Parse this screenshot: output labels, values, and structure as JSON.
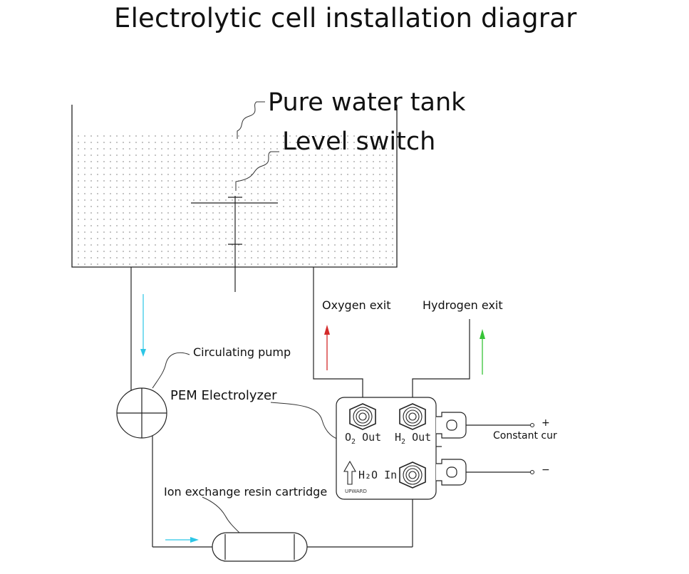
{
  "title": "Electrolytic cell installation diagrar",
  "labels": {
    "tank": "Pure water tank",
    "level_switch": "Level switch",
    "oxygen_exit": "Oxygen exit",
    "hydrogen_exit": "Hydrogen exit",
    "pump": "Circulating pump",
    "electrolyzer": "PEM Electrolyzer",
    "resin": "Ion exchange resin cartridge",
    "constant_current": "Constant cur",
    "plus": "+",
    "minus": "−",
    "upward": "UPWARD"
  },
  "ports": {
    "o2_prefix": "O",
    "o2_sub": "2",
    "o2_suffix": " Out",
    "h2_prefix": "H",
    "h2_sub": "2",
    "h2_suffix": " Out",
    "water": "H₂O In"
  },
  "colors": {
    "oxygen_arrow": "#d42a2a",
    "hydrogen_arrow": "#37c437",
    "water_flow_arrow": "#2cc6e6",
    "line": "#222222"
  }
}
